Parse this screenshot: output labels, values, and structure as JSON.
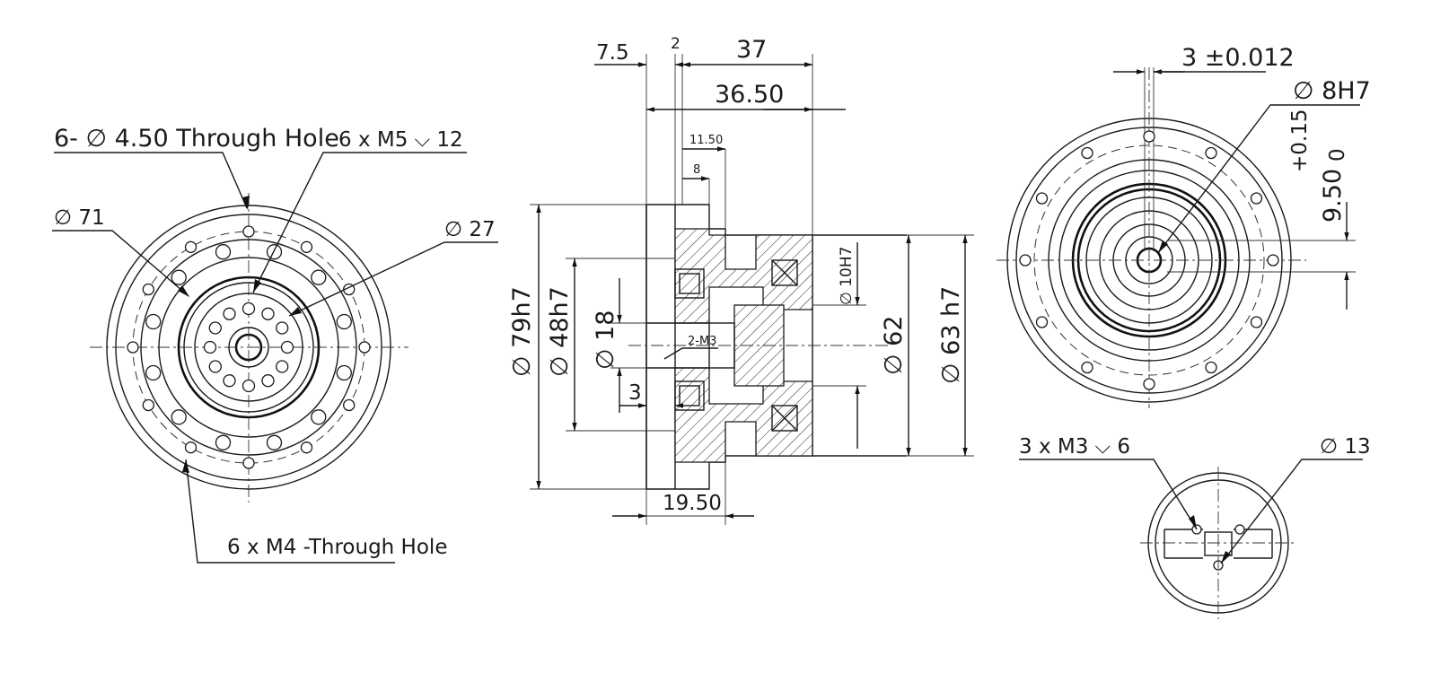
{
  "labels": {
    "front_through_hole": "6- ∅ 4.50 Through Hole",
    "front_m5": "6 x  M5 ⌵ 12",
    "front_d71": "∅ 71",
    "front_d27": "∅ 27",
    "front_m4": "6 x  M4 -Through Hole",
    "sec_7_5": "7.5",
    "sec_2": "2",
    "sec_37": "37",
    "sec_36_50": "36.50",
    "sec_11_50": "11.50",
    "sec_8": "8",
    "sec_d79": "∅ 79h7",
    "sec_d48": "∅ 48h7",
    "sec_d18": "∅ 18",
    "sec_2m3": "2-M3",
    "sec_3": "3",
    "sec_d10": "∅ 10H7",
    "sec_d62": "∅ 62",
    "sec_d63": "∅ 63 h7",
    "sec_19_50": "19.50",
    "right_3tol": "3 ±0.012",
    "right_d8": "∅ 8H7",
    "right_tol_upper": "+0.15",
    "right_tol_lower": "0",
    "right_9_50": "9.50",
    "small_m3": "3 x  M3 ⌵ 6",
    "small_d13": "∅ 13"
  }
}
